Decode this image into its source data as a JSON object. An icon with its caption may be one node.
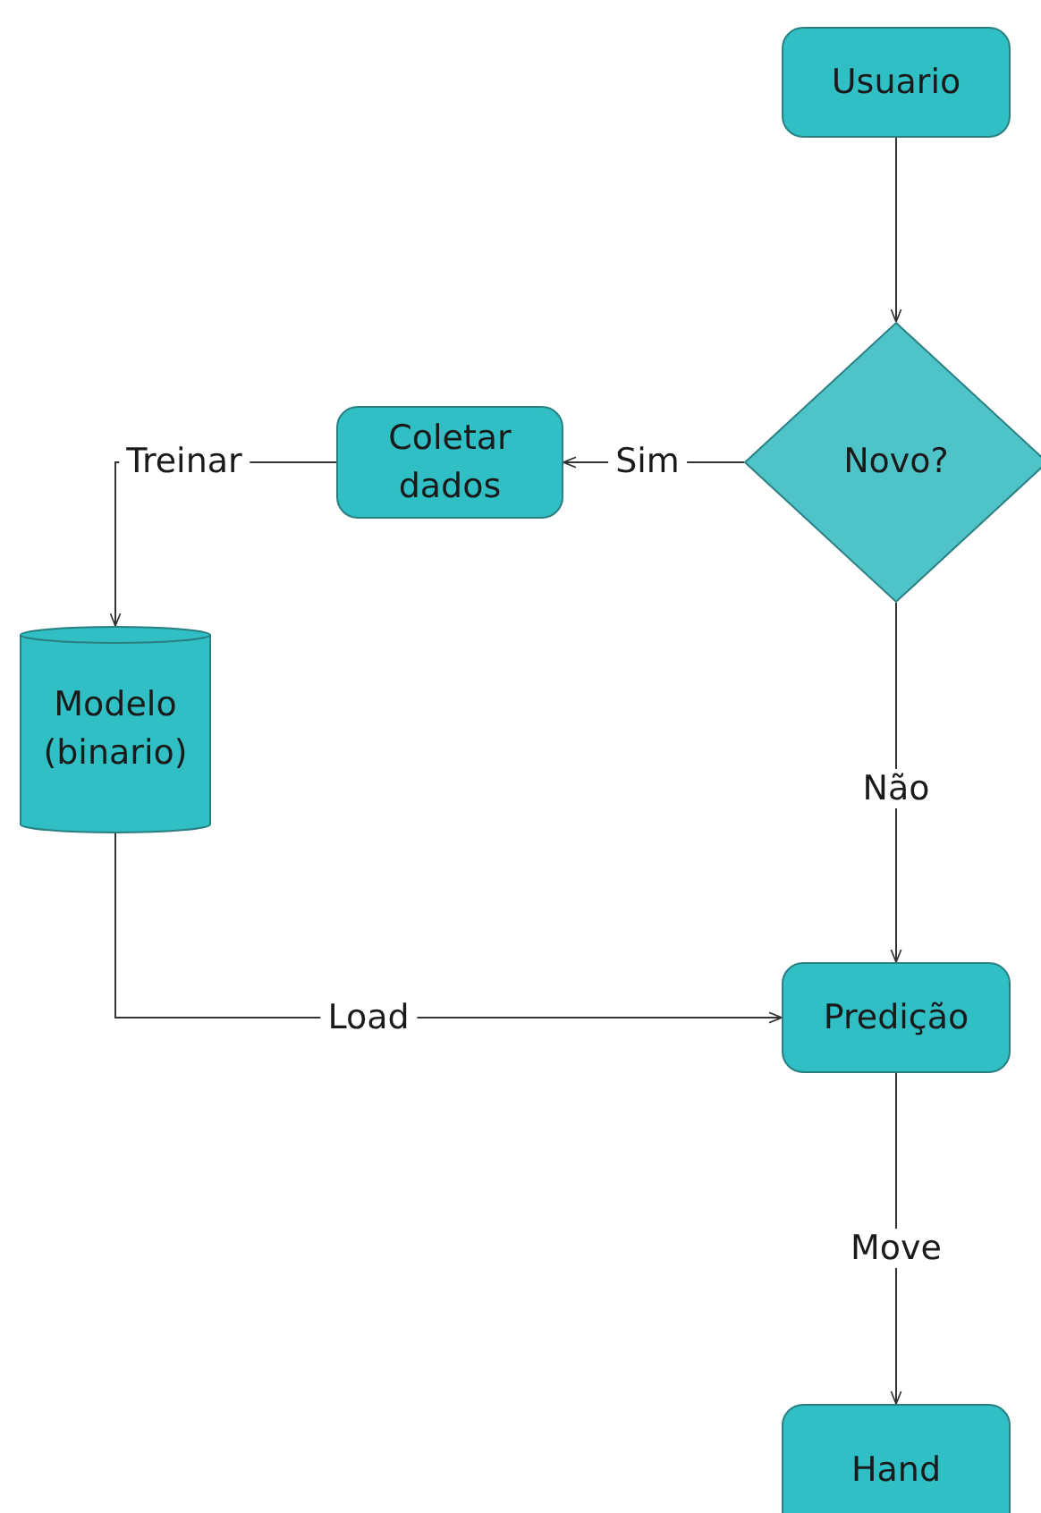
{
  "diagram": {
    "nodes": [
      {
        "text": [
          "Usuario"
        ]
      },
      {
        "text": [
          "Novo?"
        ]
      },
      {
        "text": [
          "Coletar dados"
        ]
      },
      {
        "text": [
          "Modelo (binario)"
        ]
      },
      {
        "text": [
          "Predição"
        ]
      },
      {
        "text": [
          "Hand"
        ]
      }
    ],
    "edges": [
      {
        "from": 0,
        "to": 1,
        "arrow": "to"
      },
      {
        "from": 1,
        "to": 2,
        "arrow": "to",
        "label": "Sim"
      },
      {
        "from": 2,
        "to": 3,
        "arrow": "to",
        "label": "Treinar"
      },
      {
        "from": 1,
        "to": 4,
        "arrow": "to",
        "label": "Não"
      },
      {
        "from": 3,
        "to": 4,
        "arrow": "to",
        "label": "Load"
      },
      {
        "from": 4,
        "to": 5,
        "arrow": "to",
        "label": "Move"
      }
    ]
  }
}
